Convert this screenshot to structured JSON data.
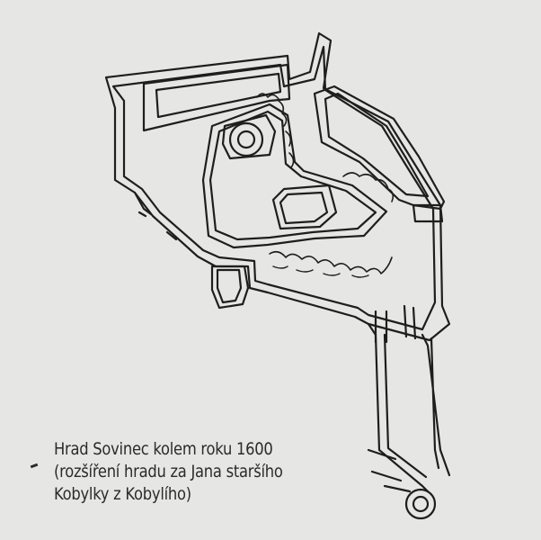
{
  "caption": {
    "line1": "Hrad Sovinec kolem roku 1600",
    "line2": "(rozšíření hradu za Jana staršího",
    "line3": "Kobylky z Kobylího)"
  },
  "colors": {
    "background": "#e6e6e4",
    "ink": "#1e1e1e"
  }
}
